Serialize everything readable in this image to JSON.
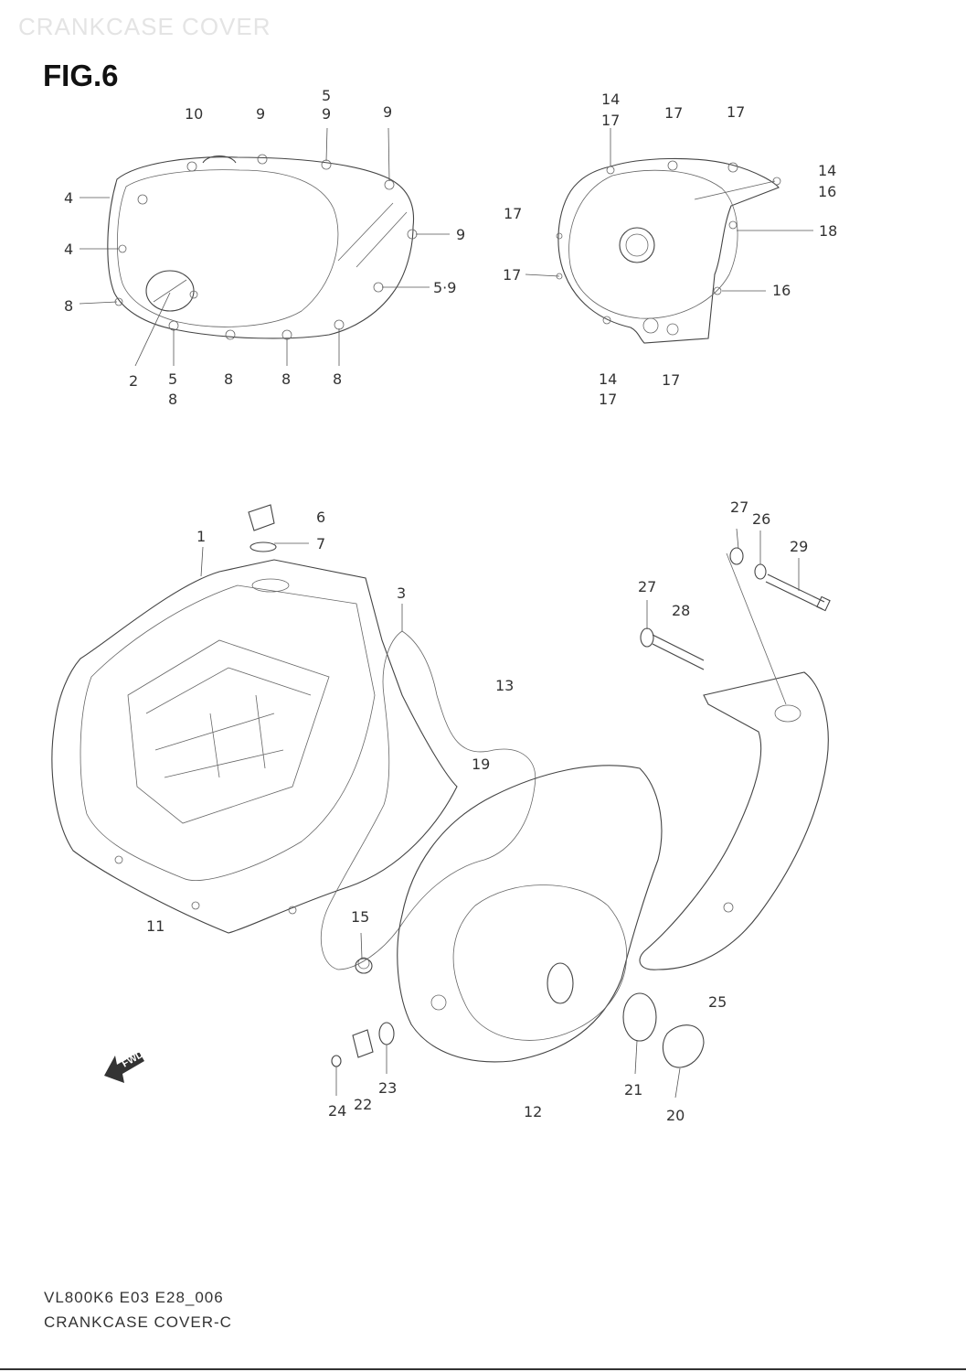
{
  "header": {
    "watermark": "CRANKCASE COVER",
    "figure_label": "FIG.6"
  },
  "footer": {
    "code": "VL800K6 E03 E28_006",
    "title": "CRANKCASE COVER-C"
  },
  "fwd_label": "FWD",
  "callouts": {
    "c10": "10",
    "c9a": "9",
    "c5a": "5",
    "c9b": "9",
    "c9c": "9",
    "c4a": "4",
    "c4b": "4",
    "c9d": "9",
    "c59a": "5·9",
    "c8a": "8",
    "c2": "2",
    "c5b": "5",
    "c8b": "8",
    "c8c": "8",
    "c8d": "8",
    "c8e": "8",
    "c14a": "14",
    "c17a": "17",
    "c17b": "17",
    "c17c": "17",
    "c14b": "14",
    "c16a": "16",
    "c17d": "17",
    "c18": "18",
    "c17e": "17",
    "c16b": "16",
    "c14c": "14",
    "c17f": "17",
    "c17g": "17",
    "c6": "6",
    "c7": "7",
    "c1": "1",
    "c3": "3",
    "c13": "13",
    "c19": "19",
    "c11": "11",
    "c15": "15",
    "c27a": "27",
    "c26": "26",
    "c29": "29",
    "c27b": "27",
    "c28": "28",
    "c25": "25",
    "c21": "21",
    "c20": "20",
    "c12": "12",
    "c23": "23",
    "c22": "22",
    "c24": "24"
  }
}
